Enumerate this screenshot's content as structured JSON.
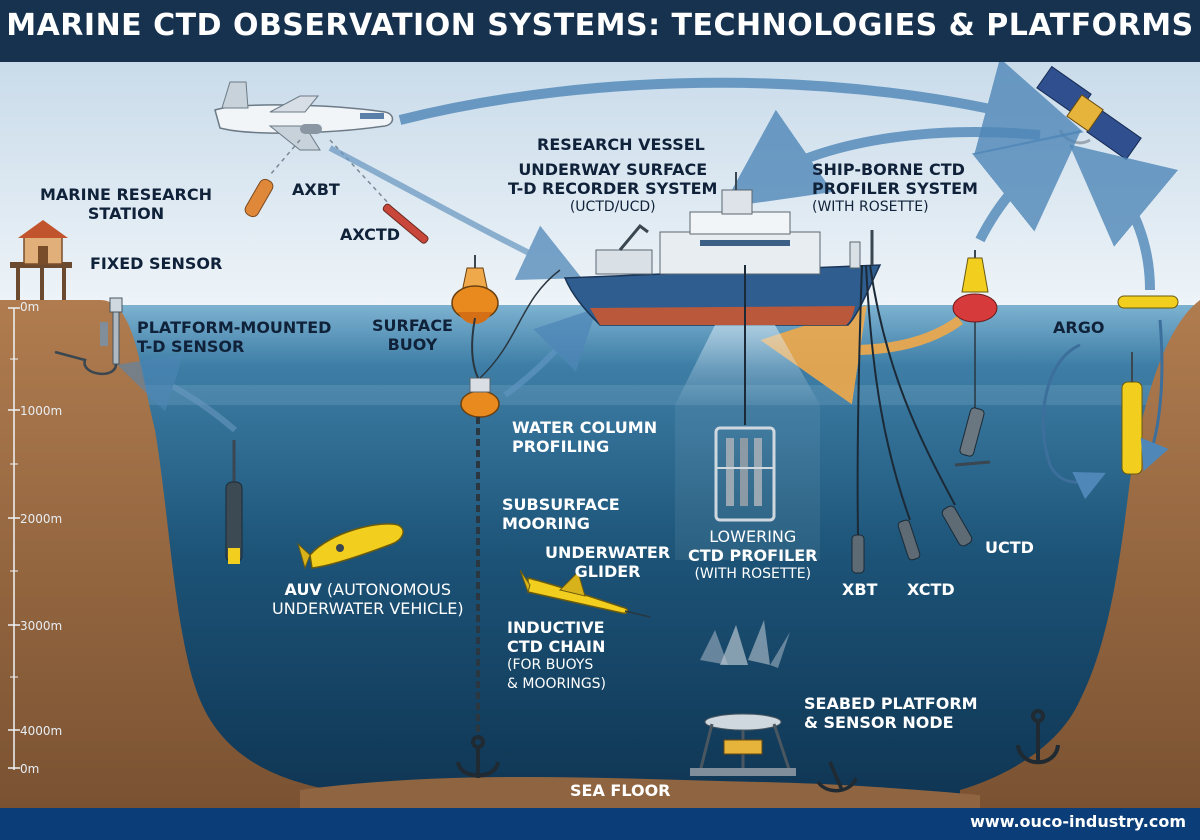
{
  "title": "MARINE CTD OBSERVATION SYSTEMS: TECHNOLOGIES & PLATFORMS",
  "website": "www.ouco-industry.com",
  "labels": {
    "marine_station": [
      "MARINE RESEARCH",
      "STATION"
    ],
    "fixed_sensor": "FIXED SENSOR",
    "platform_mounted": [
      "PLATFORM-MOUNTED",
      "T-D SENSOR"
    ],
    "axbt": "AXBT",
    "axctd": "AXCTD",
    "research_vessel": "RESEARCH VESSEL",
    "underway": [
      "UNDERWAY SURFACE",
      "T-D RECORDER SYSTEM"
    ],
    "uctd_ucd": "(UCTD/UCD)",
    "shipborne": [
      "SHIP-BORNE CTD",
      "PROFILER SYSTEM"
    ],
    "with_rosette_ship": "(WITH ROSETTE)",
    "surface_buoy": [
      "SURFACE",
      "BUOY"
    ],
    "argo": "ARGO",
    "water_column": [
      "WATER COLUMN",
      "PROFILING"
    ],
    "subsurface_mooring": [
      "SUBSURFACE",
      "MOORING"
    ],
    "underwater_glider": [
      "UNDERWATER",
      "GLIDER"
    ],
    "auv_bold": "AUV",
    "auv_rest": " (AUTONOMOUS",
    "auv_line2": "UNDERWATER VEHICLE)",
    "lowering": "LOWERING",
    "ctd_profiler": "CTD PROFILER",
    "with_rosette_profiler": "(WITH ROSETTE)",
    "inductive": [
      "INDUCTIVE",
      "CTD CHAIN"
    ],
    "inductive_sub": [
      "(FOR BUOYS",
      "& MOORINGS)"
    ],
    "xbt": "XBT",
    "xctd": "XCTD",
    "uctd": "UCTD",
    "seabed": [
      "SEABED PLATFORM",
      "& SENSOR NODE"
    ],
    "sea_floor": "SEA FLOOR"
  },
  "depth_ticks": [
    "0m",
    "1000m",
    "2000m",
    "3000m",
    "4000m",
    "0m"
  ],
  "colors": {
    "title_bg": "#16324f",
    "sky": "#dce8f2",
    "ocean_surface": "#6fa6c8",
    "ocean_deep": "#123d5e",
    "land": "#9a6b45",
    "buoy_orange": "#e98a1f",
    "instrument_yellow": "#f2cf1e",
    "hull_blue": "#2f5d8f",
    "hull_red": "#b9583a",
    "footer": "#0b3d78"
  }
}
